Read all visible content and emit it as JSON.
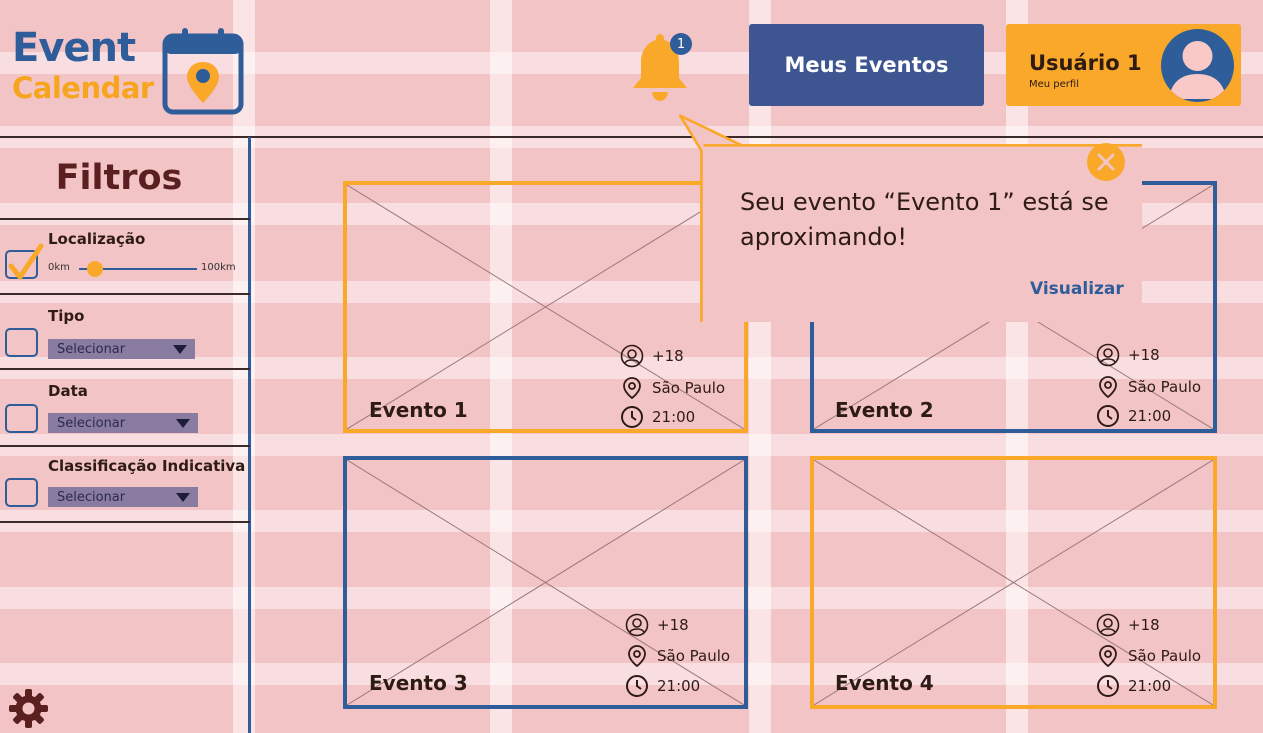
{
  "logo": {
    "line1": "Event",
    "line2": "Calendar"
  },
  "notifications": {
    "count": "1"
  },
  "header": {
    "my_events_label": "Meus Eventos",
    "user_name": "Usuário 1",
    "user_sub": "Meu perfil"
  },
  "filters": {
    "title": "Filtros",
    "location": {
      "label": "Localização",
      "checked": true,
      "min_label": "0km",
      "max_label": "100km"
    },
    "type": {
      "label": "Tipo",
      "select_value": "Selecionar"
    },
    "date": {
      "label": "Data",
      "select_value": "Selecionar"
    },
    "rating": {
      "label": "Classificação Indicativa",
      "select_value": "Selecionar"
    }
  },
  "events": [
    {
      "title": "Evento 1",
      "age": "+18",
      "city": "São Paulo",
      "time": "21:00",
      "border_color": "#f9a82a"
    },
    {
      "title": "Evento 2",
      "age": "+18",
      "city": "São Paulo",
      "time": "21:00",
      "border_color": "#2f5d99"
    },
    {
      "title": "Evento 3",
      "age": "+18",
      "city": "São Paulo",
      "time": "21:00",
      "border_color": "#2f5d99"
    },
    {
      "title": "Evento 4",
      "age": "+18",
      "city": "São Paulo",
      "time": "21:00",
      "border_color": "#f9a82a"
    }
  ],
  "popup": {
    "message": "Seu evento “Evento 1” está se aproximando!",
    "action_label": "Visualizar"
  },
  "colors": {
    "background": "#f3c4c6",
    "primary_blue": "#2f5d99",
    "accent_orange": "#f9a82a"
  },
  "icons": [
    "calendar-pin-icon",
    "bell-icon",
    "avatar-icon",
    "check-icon",
    "chevron-down-icon",
    "person-icon",
    "location-pin-icon",
    "clock-icon",
    "close-icon",
    "gear-icon"
  ]
}
